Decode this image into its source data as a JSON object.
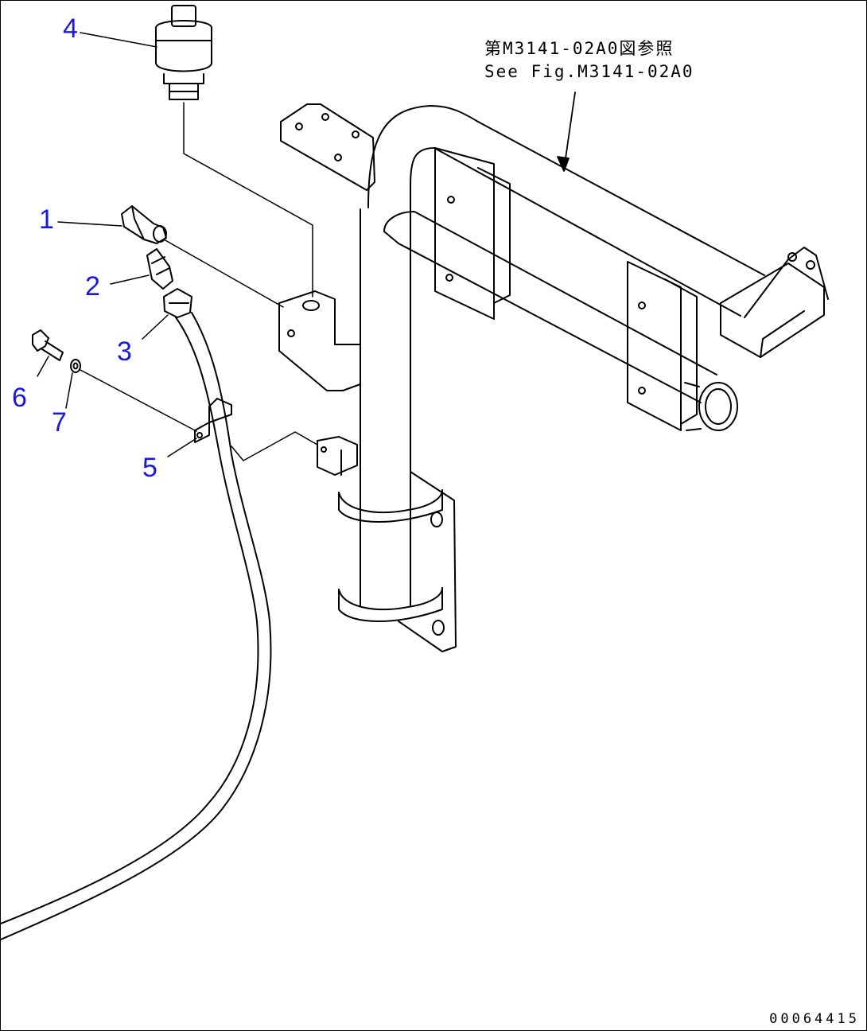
{
  "reference_note": {
    "line_jp": "第M3141-02A0図参照",
    "line_en": "See Fig.M3141-02A0"
  },
  "callouts": [
    "1",
    "2",
    "3",
    "4",
    "5",
    "6",
    "7"
  ],
  "drawing_id": "00064415"
}
